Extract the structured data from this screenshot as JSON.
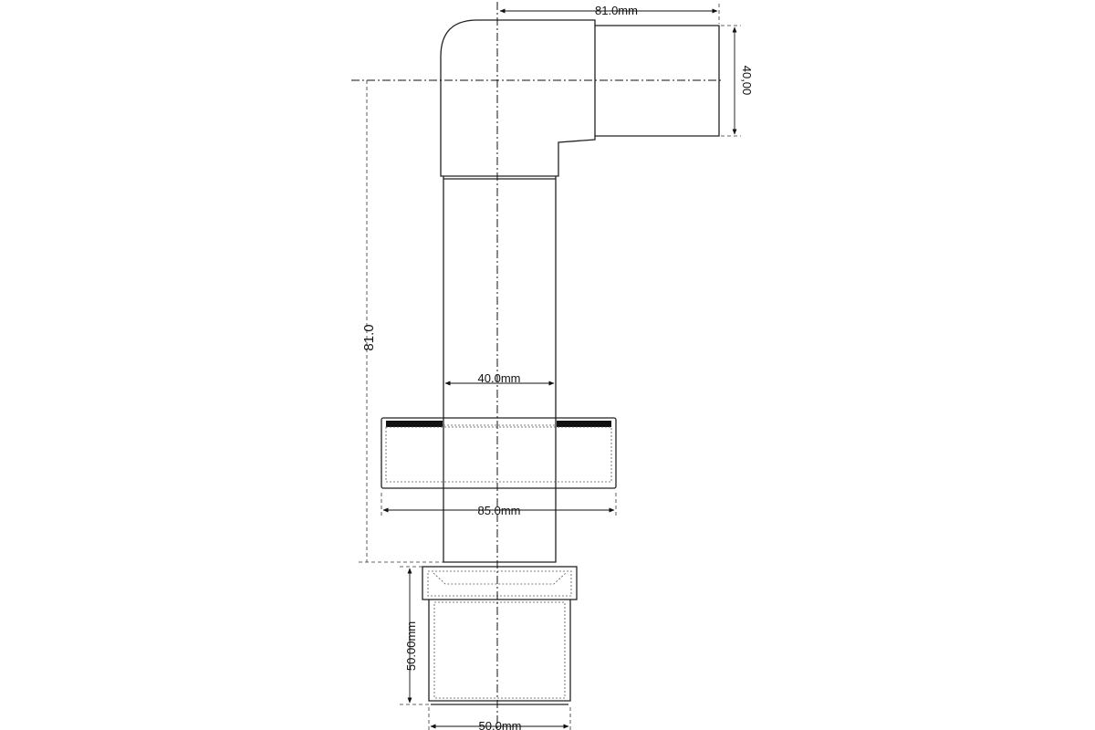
{
  "dimensions": {
    "top_width": "81.0mm",
    "right_height": "40,00",
    "left_height": "81.0",
    "pipe_width": "40.0mm",
    "flange_width": "85.0mm",
    "coupling_height": "50.00mm",
    "coupling_width": "50.0mm"
  },
  "colors": {
    "line": "#222222",
    "background": "#ffffff",
    "seal": "#111111"
  }
}
